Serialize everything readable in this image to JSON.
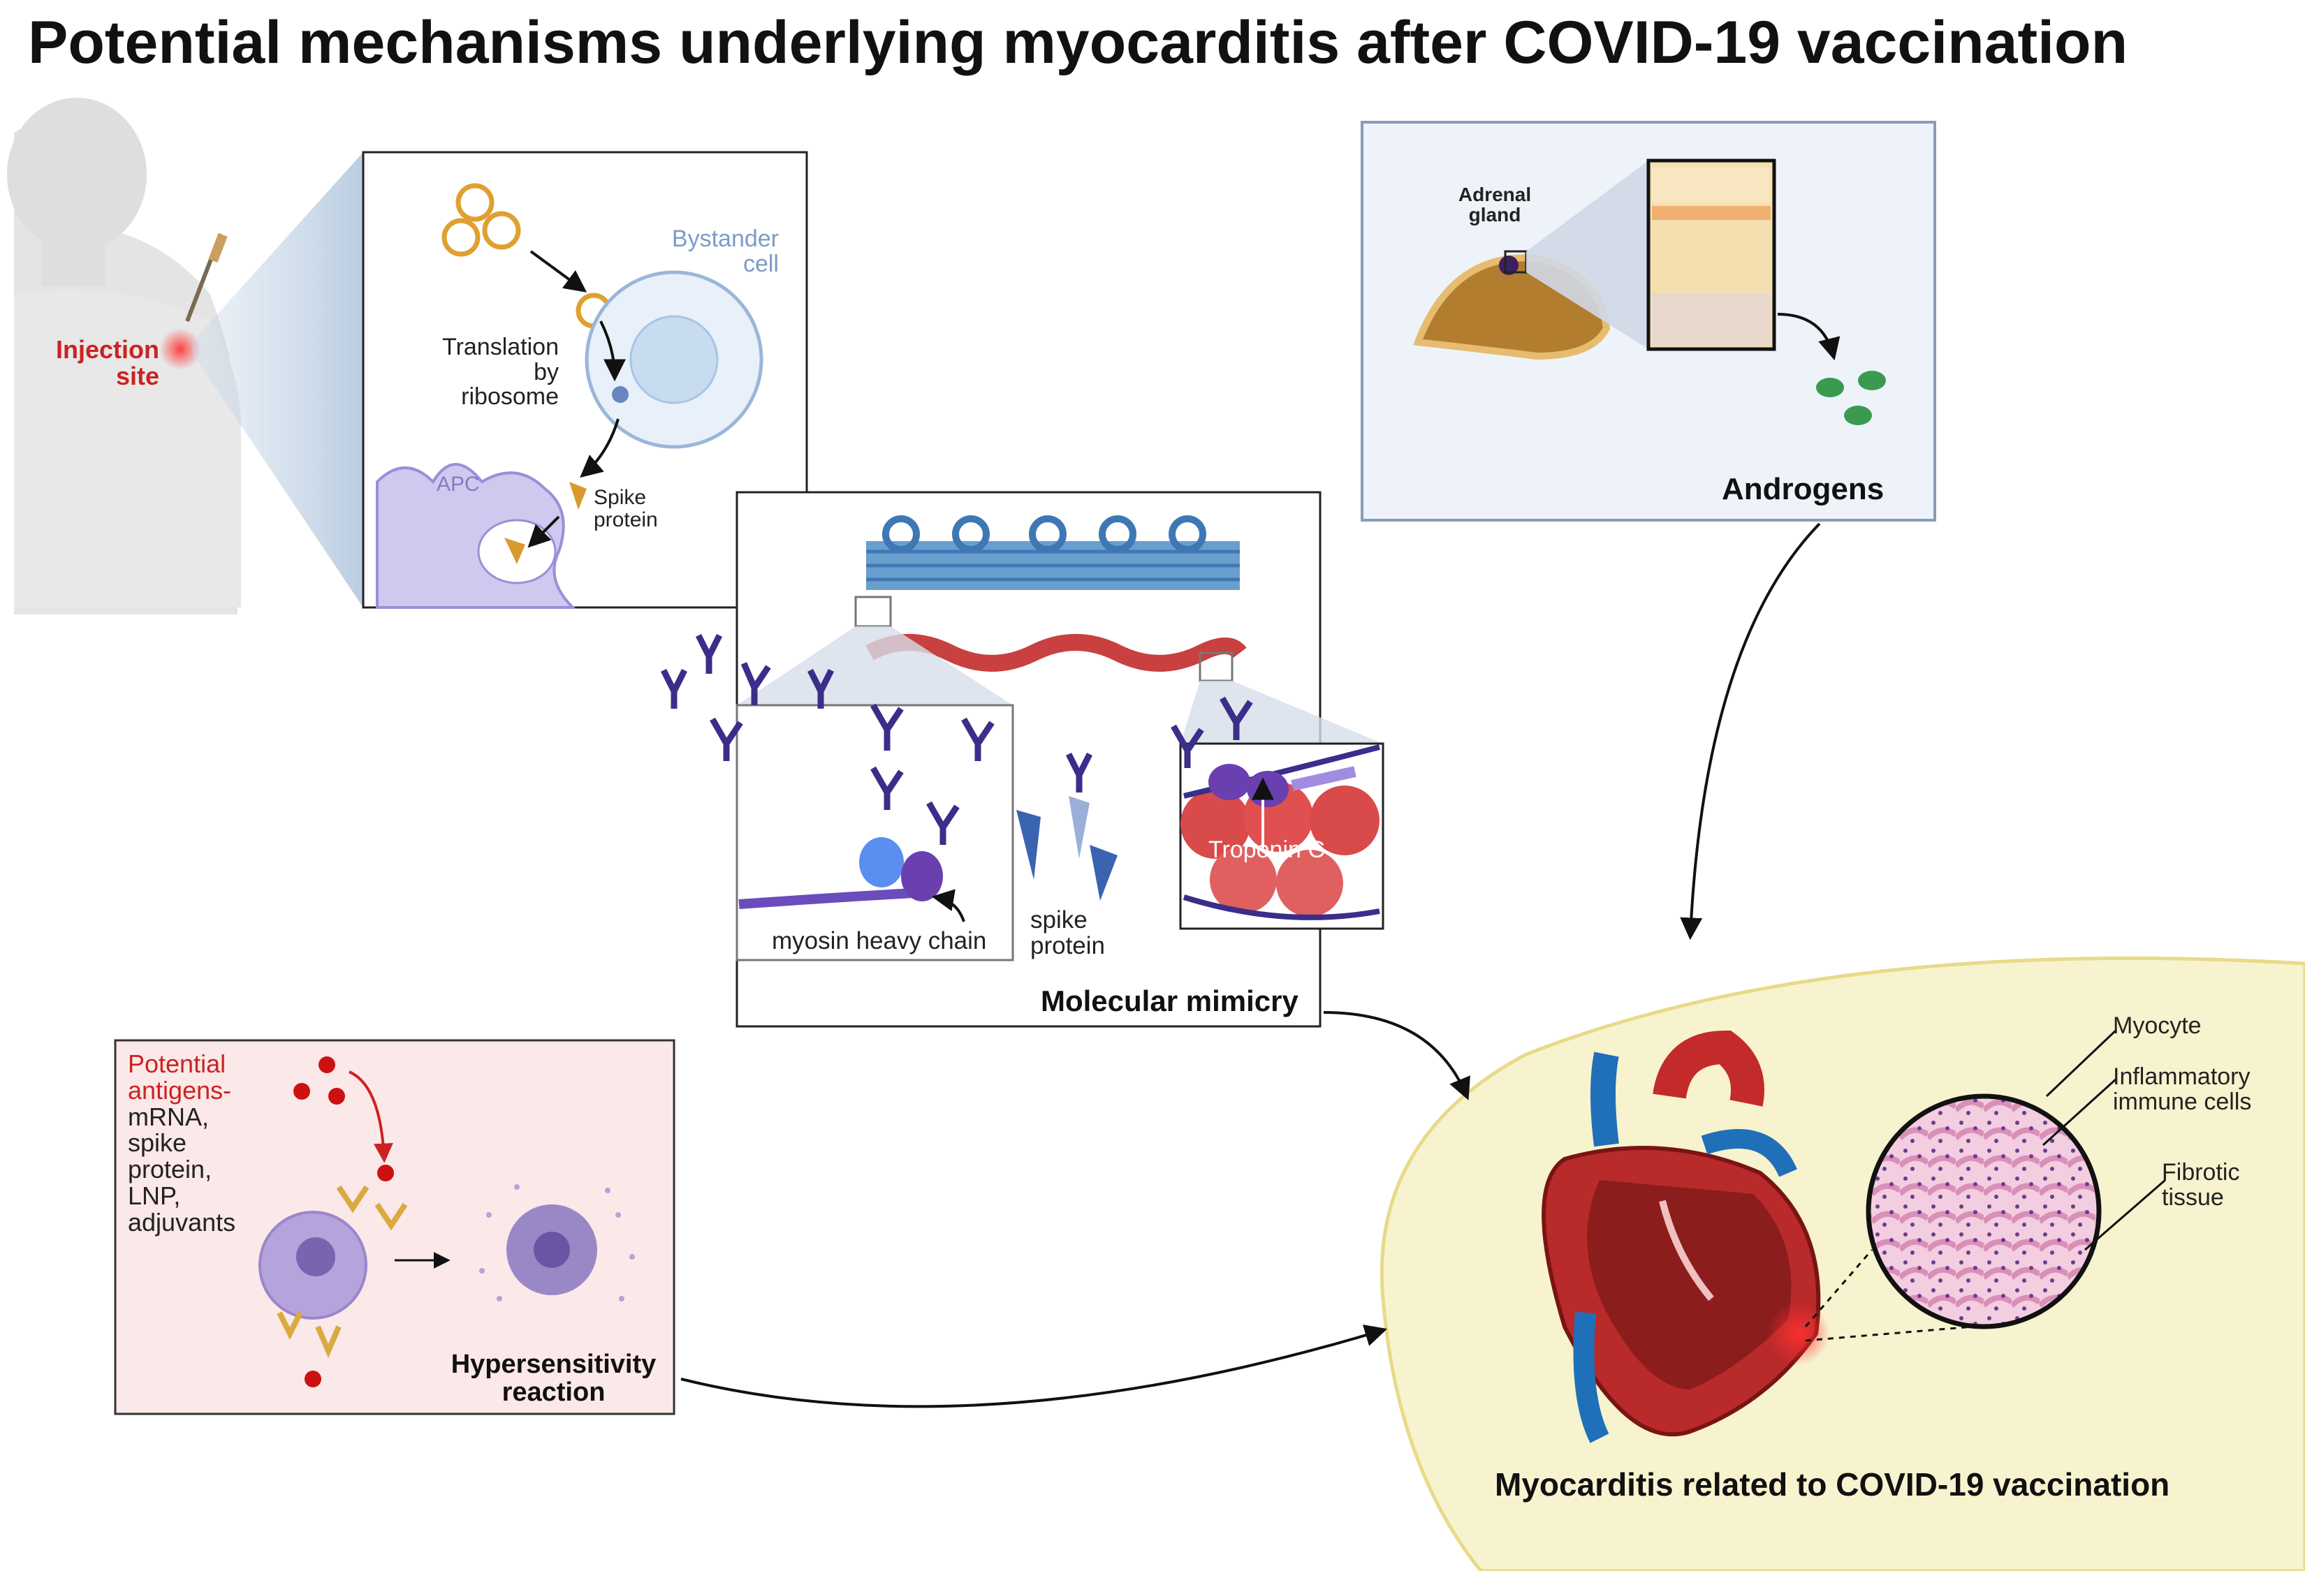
{
  "title": "Potential mechanisms underlying myocarditis after COVID-19 vaccination",
  "injection": {
    "line1": "Injection",
    "line2": "site"
  },
  "translation": {
    "bystander_line1": "Bystander",
    "bystander_line2": "cell",
    "translation_line1": "Translation",
    "translation_line2": "by",
    "translation_line3": "ribosome",
    "apc": "APC",
    "spike_line1": "Spike",
    "spike_line2": "protein"
  },
  "mimicry": {
    "myosin": "myosin heavy chain",
    "spike_line1": "spike",
    "spike_line2": "protein",
    "troponin": "Troponin C",
    "title": "Molecular mimicry"
  },
  "androgens": {
    "adrenal_line1": "Adrenal",
    "adrenal_line2": "gland",
    "title": "Androgens"
  },
  "hypersensitivity": {
    "antigens_line1": "Potential",
    "antigens_line2": "antigens-",
    "list": [
      "mRNA,",
      "spike",
      "protein,",
      "LNP,",
      "adjuvants"
    ],
    "reaction_line1": "Hypersensitivity",
    "reaction_line2": "reaction"
  },
  "myocarditis": {
    "myocyte": "Myocyte",
    "inflammatory_line1": "Inflammatory",
    "inflammatory_line2": "immune cells",
    "fibrotic_line1": "Fibrotic",
    "fibrotic_line2": "tissue",
    "title": "Myocarditis related to COVID-19 vaccination"
  },
  "colors": {
    "accent_red": "#cc2222",
    "bystander_blue": "#7b9cc8",
    "apc_purple": "#8a78c8",
    "androgen_box_border": "#8a9ab8",
    "hypersensitivity_bg": "#fbe8e8",
    "myocarditis_bg": "#f7f3cf"
  }
}
